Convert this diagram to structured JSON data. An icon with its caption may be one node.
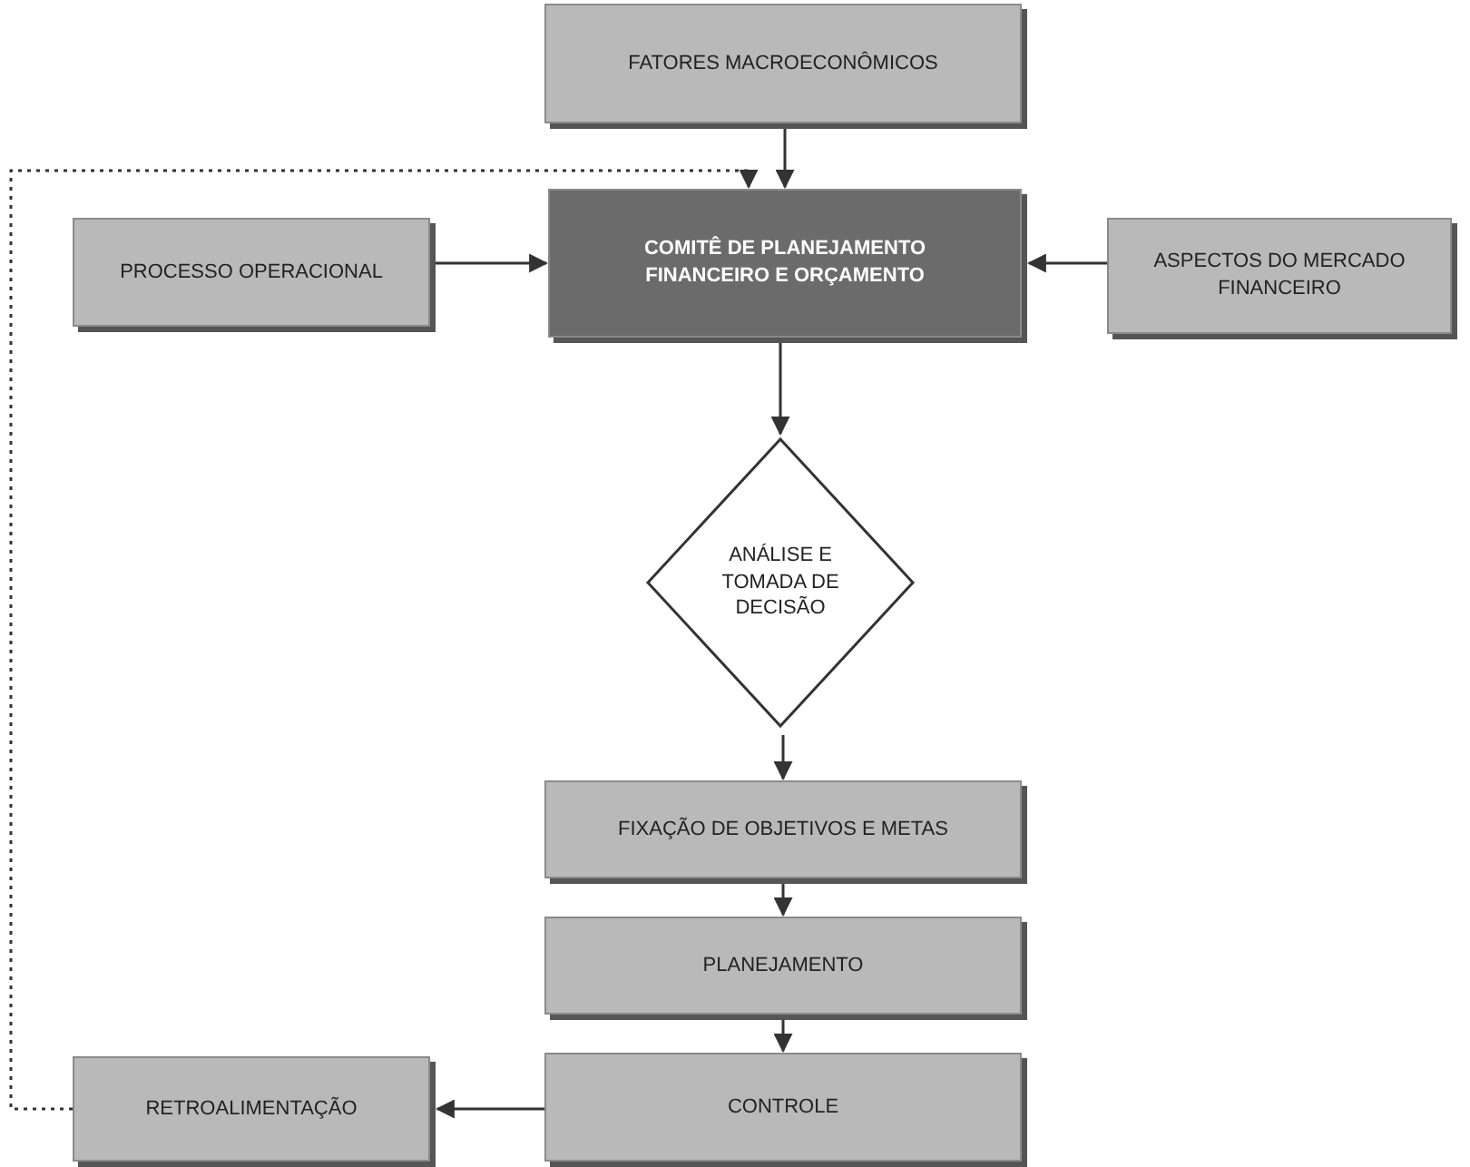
{
  "diagram": {
    "nodes": [
      {
        "text": [
          "FATORES MACROECONÔMICOS"
        ]
      },
      {
        "text": [
          "PROCESSO OPERACIONAL"
        ]
      },
      {
        "text": [
          "COMITÊ DE PLANEJAMENTO FINANCEIRO E ORÇAMENTO"
        ]
      },
      {
        "text": [
          "ASPECTOS DO MERCADO FINANCEIRO"
        ]
      },
      {
        "text": [
          "ANÁLISE E TOMADA DE DECISÃO"
        ]
      },
      {
        "text": [
          "FIXAÇÃO DE OBJETIVOS E METAS"
        ]
      },
      {
        "text": [
          "PLANEJAMENTO"
        ]
      },
      {
        "text": [
          "CONTROLE"
        ]
      },
      {
        "text": [
          "RETROALIMENTAÇÃO"
        ]
      }
    ],
    "edges": [
      {
        "from": 0,
        "to": 2,
        "arrow": "to"
      },
      {
        "from": 1,
        "to": 2,
        "arrow": "to"
      },
      {
        "from": 3,
        "to": 2,
        "arrow": "to"
      },
      {
        "from": 2,
        "to": 4,
        "arrow": "to"
      },
      {
        "from": 4,
        "to": 5,
        "arrow": "to"
      },
      {
        "from": 5,
        "to": 6,
        "arrow": "to"
      },
      {
        "from": 6,
        "to": 7,
        "arrow": "to"
      },
      {
        "from": 7,
        "to": 8,
        "arrow": "to"
      },
      {
        "from": 8,
        "to": 2,
        "arrow": "to",
        "style": "dashed"
      }
    ]
  }
}
